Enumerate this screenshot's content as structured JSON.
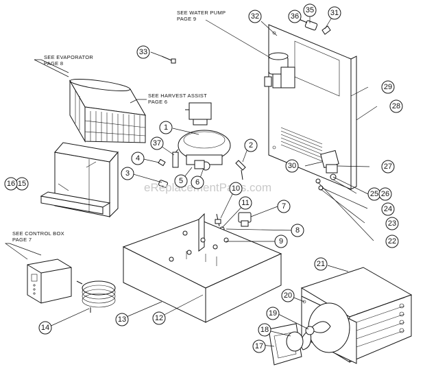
{
  "notes": {
    "water_pump": [
      "SEE WATER PUMP",
      "PAGE 9"
    ],
    "evaporator": [
      "SEE EVAPORATOR",
      "PAGE 8"
    ],
    "harvest_assist": [
      "SEE HARVEST ASSIST",
      "PAGE 6"
    ],
    "control_box": [
      "SEE CONTROL BOX",
      "PAGE 7"
    ]
  },
  "watermark": "eReplacementParts.com",
  "callouts": [
    "1",
    "2",
    "3",
    "4",
    "5",
    "6",
    "7",
    "8",
    "9",
    "10",
    "11",
    "12",
    "13",
    "14",
    "15",
    "16",
    "17",
    "18",
    "19",
    "20",
    "21",
    "22",
    "23",
    "24",
    "25",
    "26",
    "27",
    "28",
    "29",
    "30",
    "31",
    "32",
    "33",
    "35",
    "36",
    "37"
  ]
}
